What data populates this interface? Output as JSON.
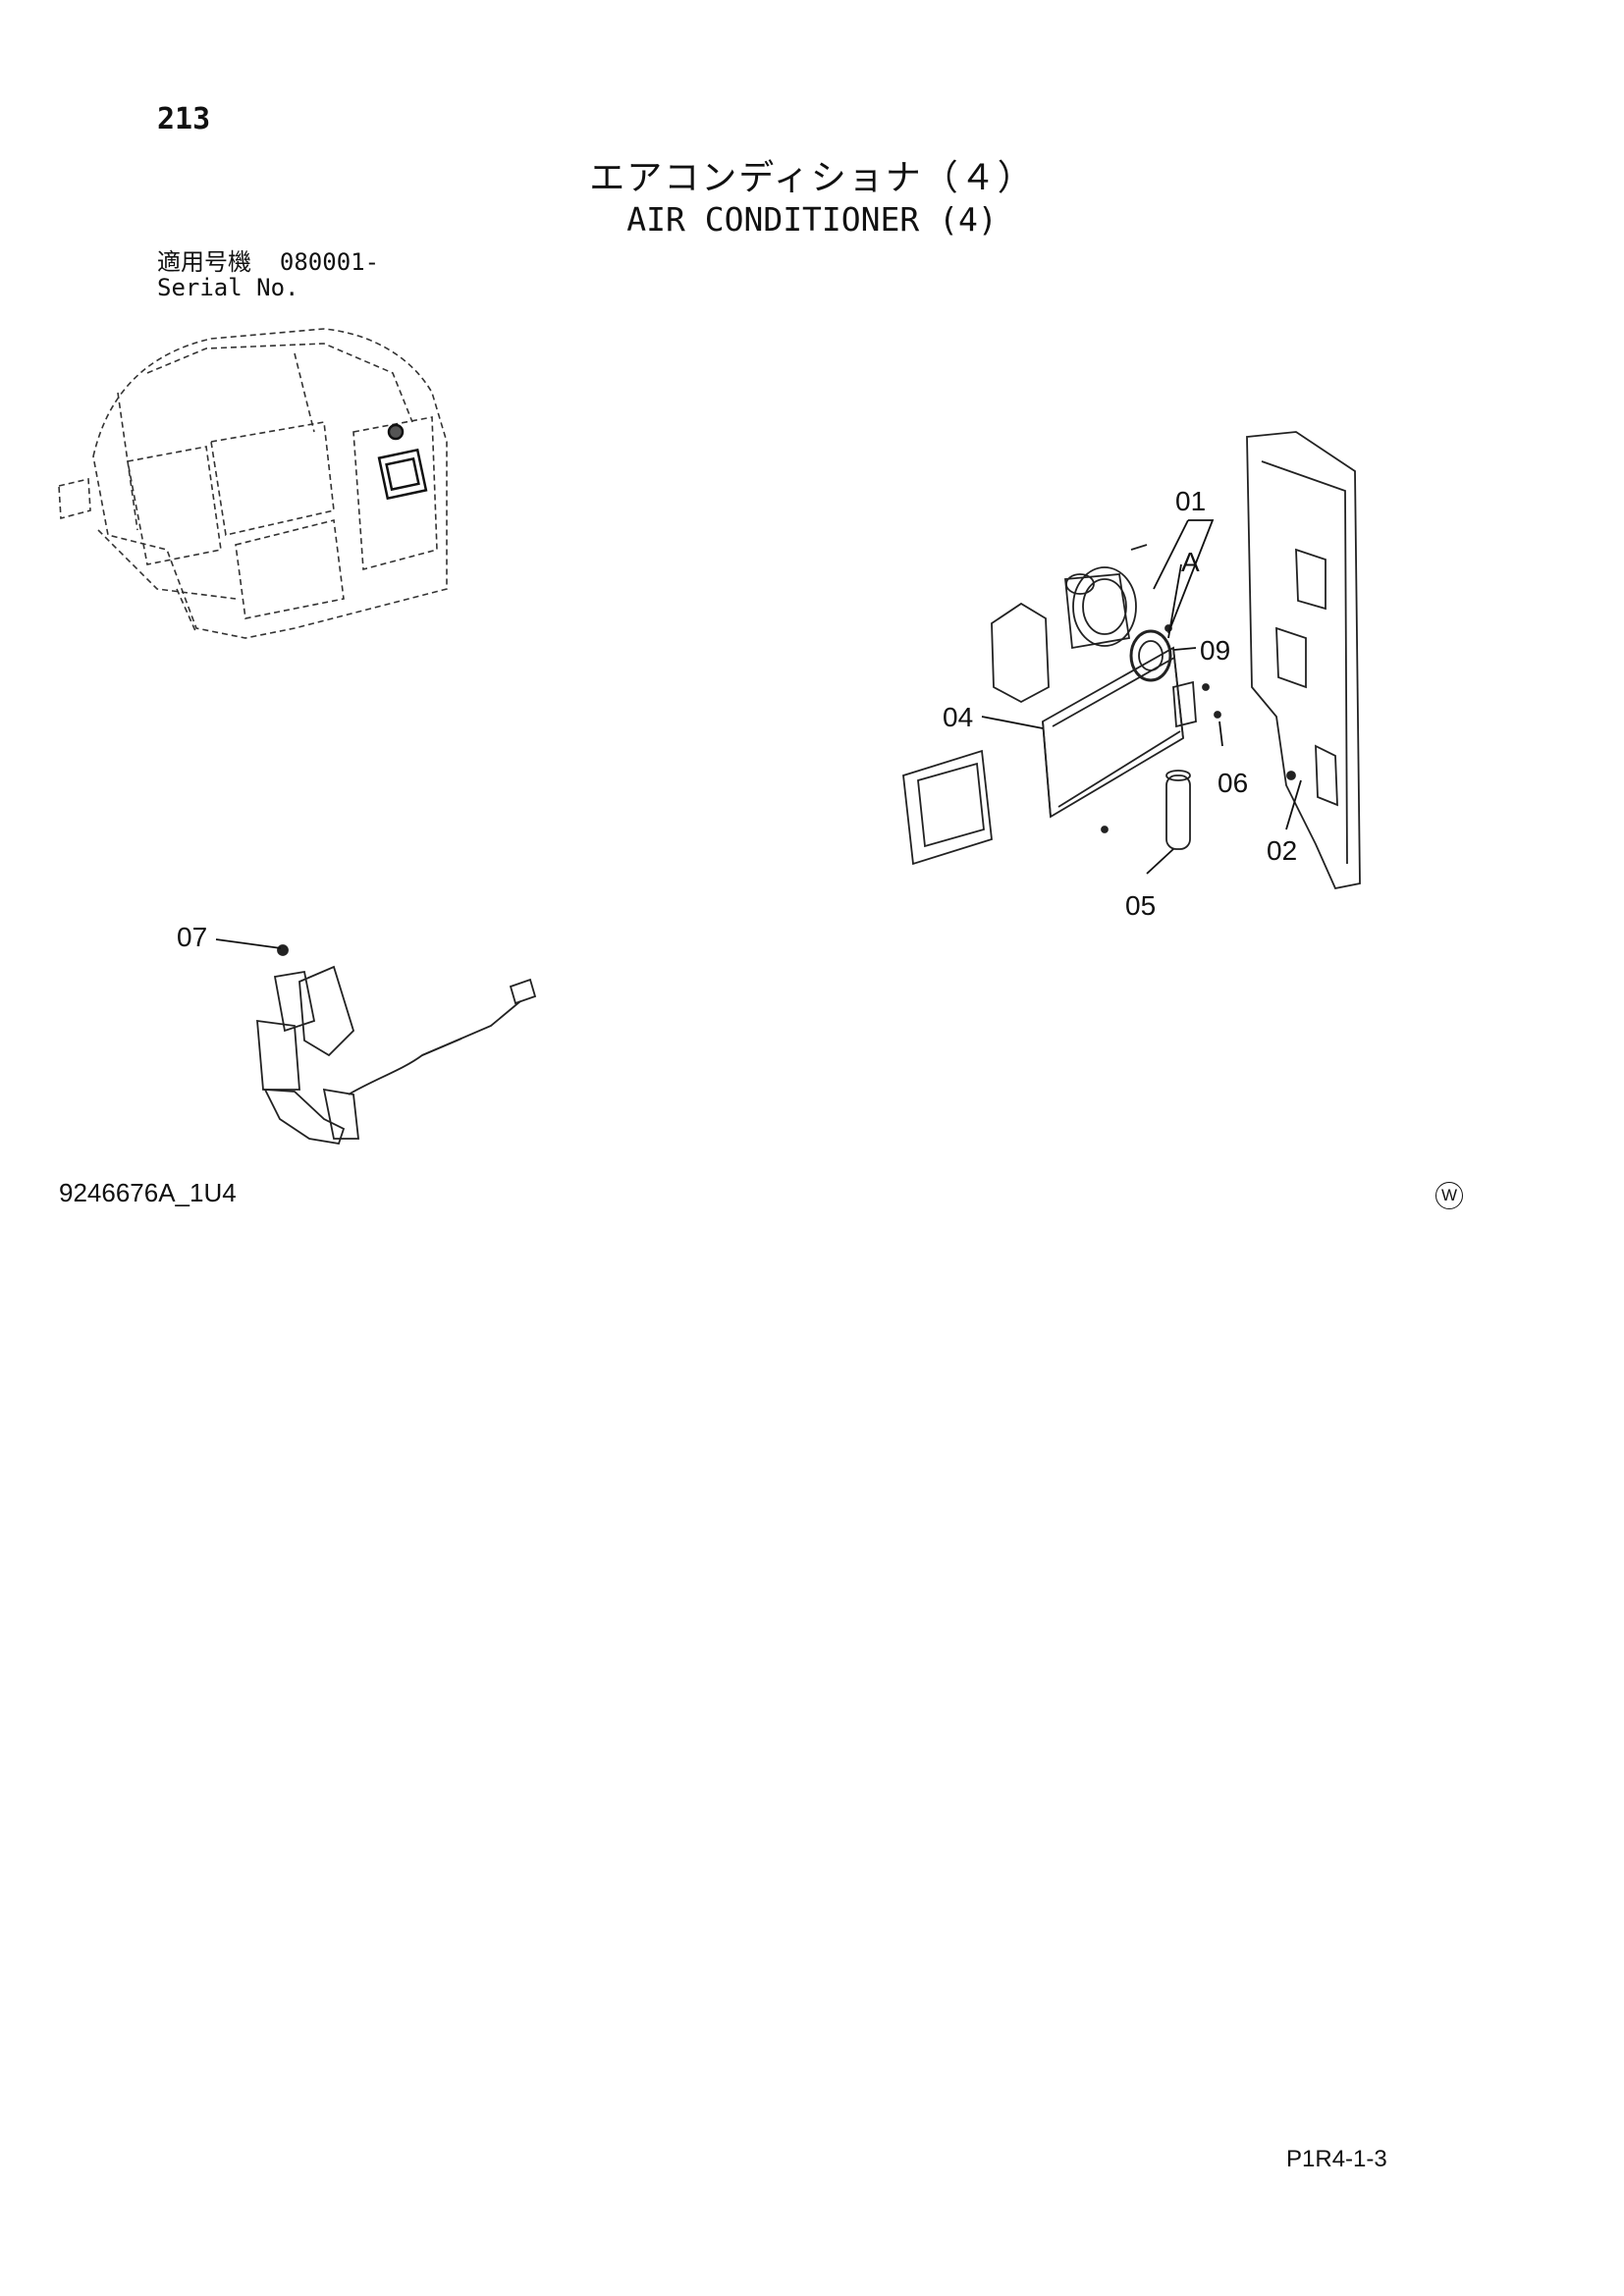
{
  "page": {
    "number": "213",
    "title_jp": "エアコンディショナ（４）",
    "title_en": "AIR CONDITIONER (4)",
    "serial_label_jp": "適用号機",
    "serial_value": "080001-",
    "serial_label_en": "Serial No.",
    "drawing_id": "9246676A_1U4",
    "mark": "W",
    "page_code": "P1R4-1-3"
  },
  "callouts": [
    "01",
    "A",
    "09",
    "04",
    "06",
    "02",
    "05",
    "07"
  ]
}
